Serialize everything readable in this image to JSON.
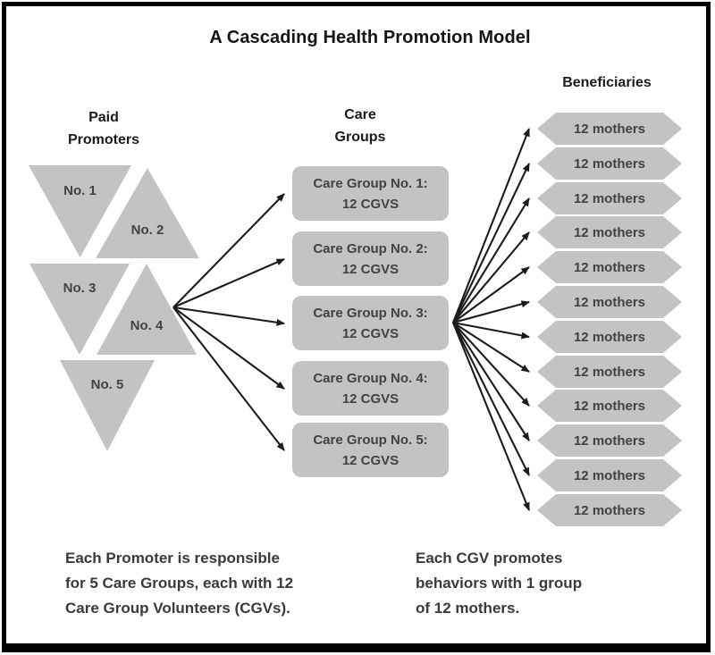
{
  "title": "A Cascading Health Promotion Model",
  "columns": {
    "promoters_header_line1": "Paid",
    "promoters_header_line2": "Promoters",
    "care_groups_header_line1": "Care",
    "care_groups_header_line2": "Groups",
    "beneficiaries_header": "Beneficiaries"
  },
  "promoters": [
    {
      "label": "No. 1",
      "shape": "triangle-down"
    },
    {
      "label": "No. 2",
      "shape": "triangle-up"
    },
    {
      "label": "No. 3",
      "shape": "triangle-down"
    },
    {
      "label": "No. 4",
      "shape": "triangle-up"
    },
    {
      "label": "No. 5",
      "shape": "triangle-down"
    }
  ],
  "care_groups": [
    {
      "title": "Care Group No. 1:",
      "value": "12 CGVS"
    },
    {
      "title": "Care Group No. 2:",
      "value": "12 CGVS"
    },
    {
      "title": "Care Group No. 3:",
      "value": "12 CGVS"
    },
    {
      "title": "Care Group No. 4:",
      "value": "12 CGVS"
    },
    {
      "title": "Care Group No. 5:",
      "value": "12 CGVS"
    }
  ],
  "beneficiaries": [
    {
      "label": "12 mothers"
    },
    {
      "label": "12 mothers"
    },
    {
      "label": "12 mothers"
    },
    {
      "label": "12 mothers"
    },
    {
      "label": "12 mothers"
    },
    {
      "label": "12 mothers"
    },
    {
      "label": "12 mothers"
    },
    {
      "label": "12 mothers"
    },
    {
      "label": "12 mothers"
    },
    {
      "label": "12 mothers"
    },
    {
      "label": "12 mothers"
    },
    {
      "label": "12 mothers"
    }
  ],
  "connections": {
    "promoter_to_care_groups": "Promoter No. 4 fans out to all 5 Care Groups",
    "care_group_to_beneficiaries": "Care Group No. 3 fans out to all 12 mother groups"
  },
  "notes": {
    "left": [
      "Each Promoter is responsible",
      "for 5 Care Groups, each with 12",
      "Care Group Volunteers (CGVs)."
    ],
    "right": [
      "Each CGV promotes",
      "behaviors with 1 group",
      "of 12 mothers."
    ]
  },
  "colors": {
    "shape_fill": "#c3c3c3",
    "shape_text": "#424242",
    "arrow": "#1c1c1c",
    "frame": "#000000",
    "background": "#ffffff"
  }
}
